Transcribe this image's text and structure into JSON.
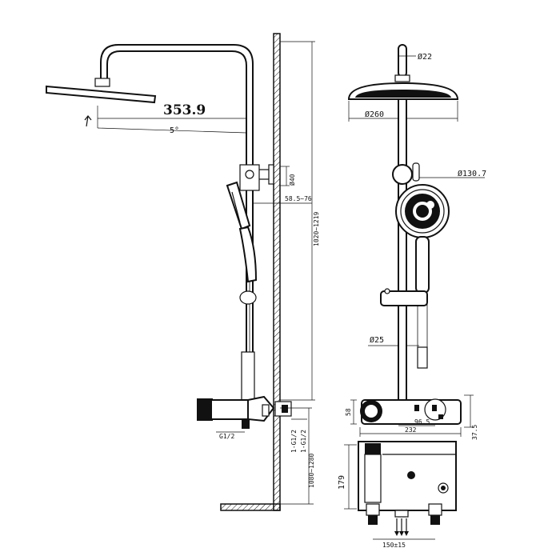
{
  "dimensions": {
    "arm_reach": "353.9",
    "top_connector_dia": "Ø22",
    "head_dia": "Ø260",
    "hand_shower_dia": "Ø130.7",
    "rail_dia": "Ø25",
    "bracket_dia": "Ø40",
    "wall_offset": "58.5~76",
    "column_height": "1020~1219",
    "body_width": "232",
    "control_spacing": "96.5",
    "body_depth": "37.5",
    "knob_height": "58",
    "inlet_thread": "G1/2",
    "outlet_thread_a": "1-G1/2",
    "outlet_thread_b": "1-G1/2",
    "install_height": "1080~1280",
    "valve_height": "179",
    "inlet_spacing": "150±15",
    "angle_label": "5°"
  }
}
